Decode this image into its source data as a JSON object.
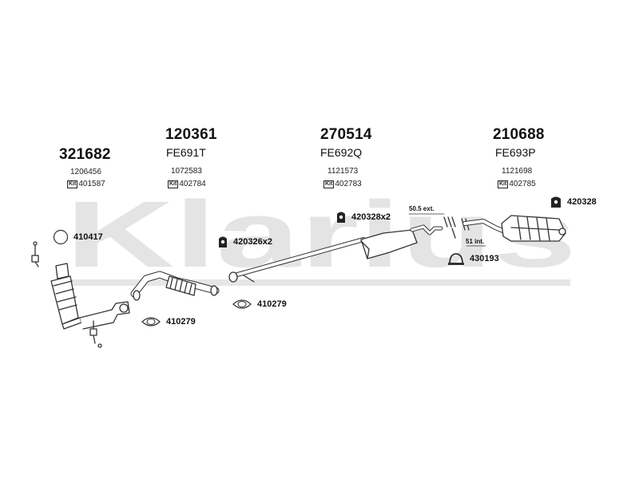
{
  "watermark": {
    "text": "Klarius",
    "color": "#e3e3e3"
  },
  "parts": [
    {
      "number": "321682",
      "code": "",
      "oe": "1206456",
      "kit": "401587"
    },
    {
      "number": "120361",
      "code": "FE691T",
      "oe": "1072583",
      "kit": "402784"
    },
    {
      "number": "270514",
      "code": "FE692Q",
      "oe": "1121573",
      "kit": "402783"
    },
    {
      "number": "210688",
      "code": "FE693P",
      "oe": "1121698",
      "kit": "402785"
    }
  ],
  "kit_icon_text": "Kit",
  "refs": {
    "ring_410417": "410417",
    "hanger_420326": "420326x2",
    "hanger_420328x2": "420328x2",
    "hanger_420328": "420328",
    "clamp_430193": "430193",
    "gasket_410279_a": "410279",
    "gasket_410279_b": "410279"
  },
  "dims": {
    "ext": "50.5 ext.",
    "int": "51 int."
  }
}
